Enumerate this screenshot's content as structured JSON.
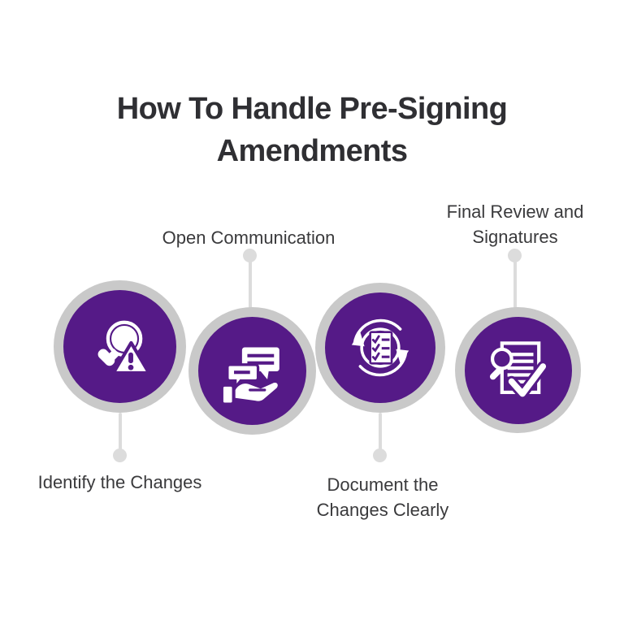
{
  "page": {
    "background_color": "#ffffff",
    "title": "How To Handle Pre-Signing\nAmendments",
    "title_color": "#2f2f33",
    "accent_color": "#551a87",
    "ring_color": "#c9c9c9",
    "connector_color": "#dcdcdc",
    "label_color": "#3a3a3c"
  },
  "steps": [
    {
      "index": 1,
      "label": "Identify the Changes",
      "label_position": "below",
      "icon": "magnifier-warning-icon",
      "icon_description": "magnifying glass with warning triangle"
    },
    {
      "index": 2,
      "label": "Open Communication",
      "label_position": "above",
      "icon": "hand-chat-bubbles-icon",
      "icon_description": "open hand holding two speech bubbles"
    },
    {
      "index": 3,
      "label": "Document the\nChanges Clearly",
      "label_position": "below",
      "icon": "checklist-refresh-icon",
      "icon_description": "checklist clipboard encircled by refresh arrows"
    },
    {
      "index": 4,
      "label": "Final Review and\nSignatures",
      "label_position": "above",
      "icon": "document-review-check-icon",
      "icon_description": "document with magnifier and large checkmark"
    }
  ]
}
